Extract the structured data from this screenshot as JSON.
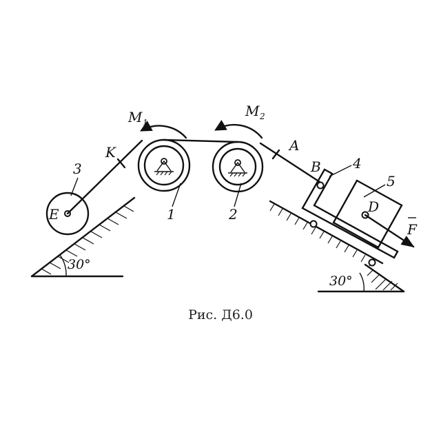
{
  "labels": {
    "m1": "M",
    "m1_sub": "1",
    "m2": "M",
    "m2_sub": "2",
    "k": "K",
    "a": "A",
    "b": "B",
    "e": "E",
    "d": "D",
    "f": "F",
    "body3": "3",
    "body1": "1",
    "body2": "2",
    "body4": "4",
    "body5": "5",
    "angle_left": "30°",
    "angle_right": "30°"
  },
  "caption": "Рис. Д6.0"
}
